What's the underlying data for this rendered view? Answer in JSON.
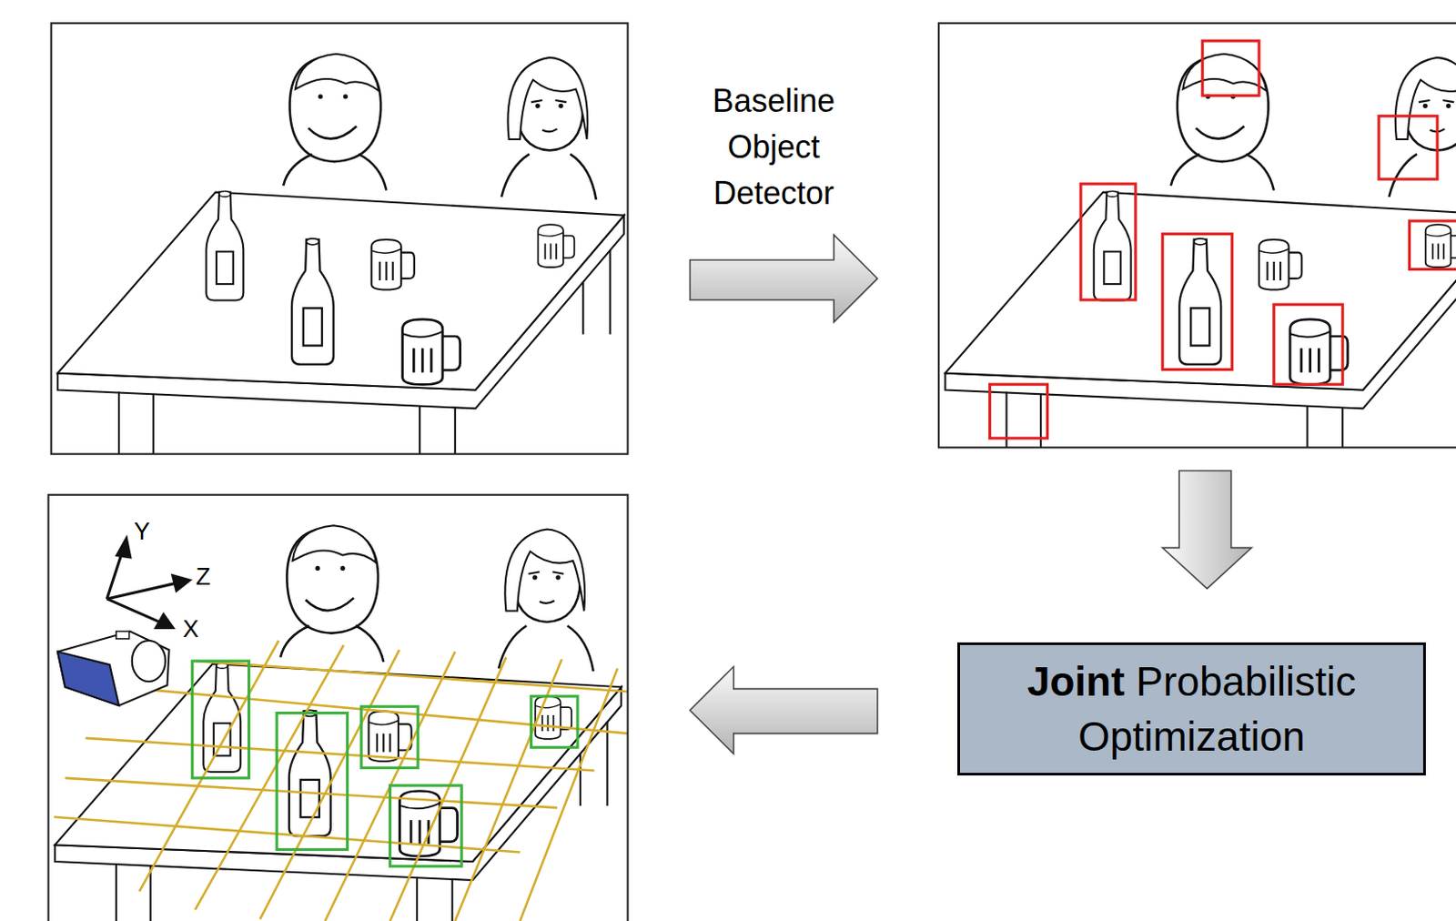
{
  "diagram": {
    "nodes": [
      {
        "text": [
          "Joint Probabilistic Optimization"
        ]
      }
    ],
    "labels": [
      "Baseline Object Detector",
      "Y",
      "Z",
      "X"
    ]
  }
}
